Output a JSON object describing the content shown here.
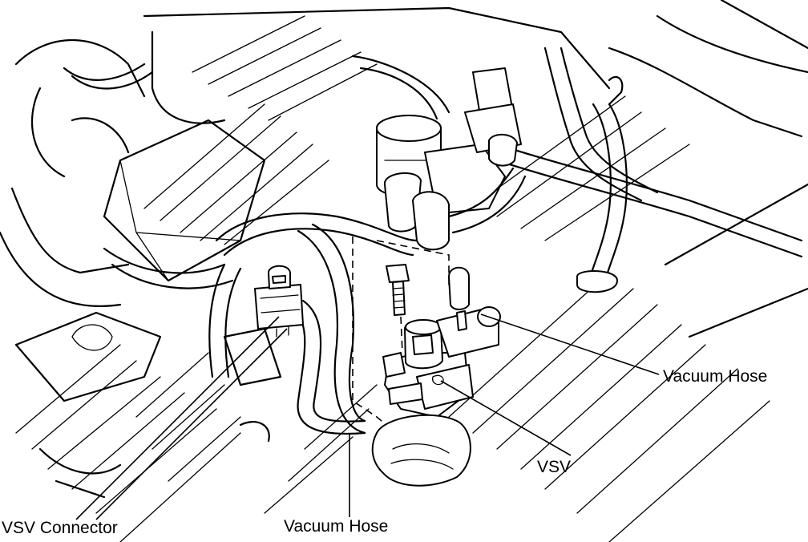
{
  "labels": {
    "vsv_connector": "VSV Connector",
    "vacuum_hose_bottom": "Vacuum Hose",
    "vsv": "VSV",
    "vacuum_hose_right": "Vacuum Hose"
  },
  "colors": {
    "line": "#000000",
    "background": "#ffffff"
  }
}
